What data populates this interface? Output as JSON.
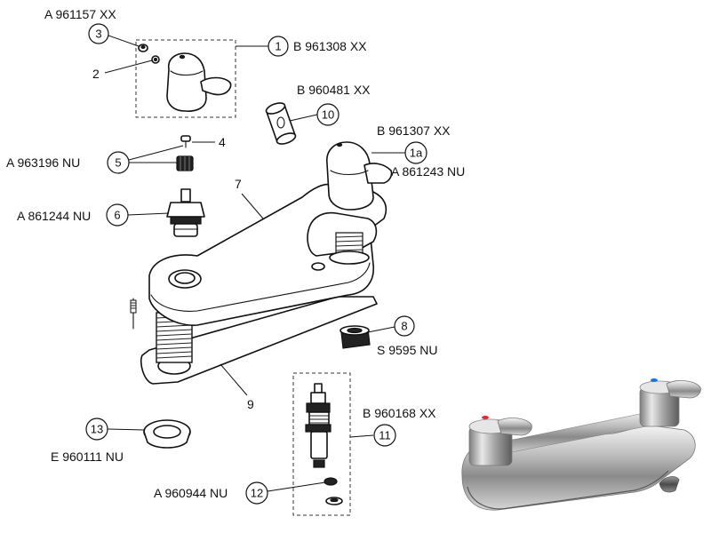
{
  "parts": [
    {
      "id": "p1",
      "num": "1",
      "code": "B 961308 XX"
    },
    {
      "id": "p1a",
      "num": "1a",
      "code": "B 961307 XX",
      "code2": "A 861243 NU"
    },
    {
      "id": "p2",
      "num": "2"
    },
    {
      "id": "p3",
      "num": "3",
      "code": "A 961157 XX"
    },
    {
      "id": "p4",
      "num": "4"
    },
    {
      "id": "p5",
      "num": "5",
      "code": "A 963196 NU"
    },
    {
      "id": "p6",
      "num": "6",
      "code": "A 861244 NU"
    },
    {
      "id": "p7",
      "num": "7"
    },
    {
      "id": "p8",
      "num": "8",
      "code": "S 9595 NU"
    },
    {
      "id": "p9",
      "num": "9"
    },
    {
      "id": "p10",
      "num": "10",
      "code": "B 960481 XX"
    },
    {
      "id": "p11",
      "num": "11",
      "code": "B 960168 XX"
    },
    {
      "id": "p12",
      "num": "12",
      "code": "A 960944 NU"
    },
    {
      "id": "p13",
      "num": "13",
      "code": "E 960111 NU"
    }
  ]
}
